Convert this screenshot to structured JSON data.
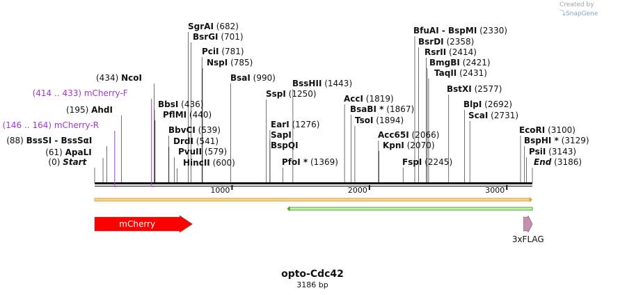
{
  "credit": {
    "prefix": "Created by",
    "brand": "SnapGene"
  },
  "map": {
    "title": "opto-Cdc42",
    "subtitle": "3186 bp",
    "length": 3186,
    "ticks": [
      {
        "label": "1000",
        "pos": 1000
      },
      {
        "label": "2000",
        "pos": 2000
      },
      {
        "label": "3000",
        "pos": 3000
      }
    ]
  },
  "labels": [
    {
      "text": "Start",
      "pos": 0,
      "paren": "(0)",
      "italic": true
    },
    {
      "text": "ApaLI",
      "pos": 61,
      "paren": "(61)"
    },
    {
      "text": "BssSI",
      "pos": 88,
      "paren": "(88)",
      "suffix": " - BssSαI"
    },
    {
      "text": "mCherry-R",
      "pos": 146,
      "paren": "(146 .. 164)",
      "primer": true
    },
    {
      "text": "AhdI",
      "pos": 195,
      "paren": "(195)"
    },
    {
      "text": "mCherry-F",
      "pos": 414,
      "paren": "(414 .. 433)",
      "primer": true
    },
    {
      "text": "NcoI",
      "pos": 434,
      "paren": "(434)"
    },
    {
      "text": "BbsI",
      "pos": 436,
      "paren": "(436)"
    },
    {
      "text": "PflMI",
      "pos": 440,
      "paren": "(440)"
    },
    {
      "text": "BbvCI",
      "pos": 539,
      "paren": "(539)"
    },
    {
      "text": "DrdI",
      "pos": 541,
      "paren": "(541)"
    },
    {
      "text": "PvuII",
      "pos": 579,
      "paren": "(579)"
    },
    {
      "text": "HincII",
      "pos": 600,
      "paren": "(600)"
    },
    {
      "text": "SgrAI",
      "pos": 682,
      "paren": "(682)"
    },
    {
      "text": "BsrGI",
      "pos": 701,
      "paren": "(701)"
    },
    {
      "text": "PciI",
      "pos": 781,
      "paren": "(781)"
    },
    {
      "text": "NspI",
      "pos": 785,
      "paren": "(785)"
    },
    {
      "text": "BsaI",
      "pos": 990,
      "paren": "(990)"
    },
    {
      "text": "SspI",
      "pos": 1250,
      "paren": "(1250)"
    },
    {
      "text": "EarI",
      "pos": 1276,
      "paren": "(1276)"
    },
    {
      "text": "SapI",
      "pos": 1276
    },
    {
      "text": "BspQI",
      "pos": 1276
    },
    {
      "text": "PfoI",
      "pos": 1369,
      "paren": "(1369)",
      "star": " *"
    },
    {
      "text": "BssHII",
      "pos": 1443,
      "paren": "(1443)"
    },
    {
      "text": "AccI",
      "pos": 1819,
      "paren": "(1819)"
    },
    {
      "text": "BsaBI",
      "pos": 1867,
      "paren": "(1867)",
      "star": " *"
    },
    {
      "text": "TsoI",
      "pos": 1894,
      "paren": "(1894)"
    },
    {
      "text": "Acc65I",
      "pos": 2066,
      "paren": "(2066)"
    },
    {
      "text": "KpnI",
      "pos": 2070,
      "paren": "(2070)"
    },
    {
      "text": "FspI",
      "pos": 2245,
      "paren": "(2245)"
    },
    {
      "text": "BfuAI",
      "pos": 2330,
      "paren": "(2330)",
      "suffix": " - BspMI"
    },
    {
      "text": "BsrDI",
      "pos": 2358,
      "paren": "(2358)"
    },
    {
      "text": "RsrII",
      "pos": 2414,
      "paren": "(2414)"
    },
    {
      "text": "BmgBI",
      "pos": 2421,
      "paren": "(2421)"
    },
    {
      "text": "TaqII",
      "pos": 2431,
      "paren": "(2431)"
    },
    {
      "text": "BstXI",
      "pos": 2577,
      "paren": "(2577)"
    },
    {
      "text": "BlpI",
      "pos": 2692,
      "paren": "(2692)"
    },
    {
      "text": "ScaI",
      "pos": 2731,
      "paren": "(2731)"
    },
    {
      "text": "EcoRI",
      "pos": 3100,
      "paren": "(3100)"
    },
    {
      "text": "BspHI",
      "pos": 3129,
      "paren": "(3129)",
      "star": " *"
    },
    {
      "text": "PsiI",
      "pos": 3143,
      "paren": "(3143)"
    },
    {
      "text": "End",
      "pos": 3186,
      "paren": "(3186)",
      "italic": true
    }
  ],
  "features": [
    {
      "name": "mCherry",
      "start": 0,
      "end": 711,
      "color": "#ff0000",
      "direction": "forward",
      "label_inside": true
    },
    {
      "name": "3xFLAG",
      "start": 3123,
      "end": 3186,
      "color": "#c98fb0",
      "direction": "forward",
      "label_inside": false
    }
  ],
  "orf_bars": [
    {
      "start": 0,
      "end": 3186,
      "direction": "forward",
      "color": "#f5d48c",
      "stroke": "#d9a441"
    },
    {
      "start": 1400,
      "end": 3186,
      "direction": "reverse",
      "color": "#c8f0b0",
      "stroke": "#5aa832"
    }
  ],
  "colors": {
    "primer": "#a335d6",
    "backbone": "#111111"
  }
}
